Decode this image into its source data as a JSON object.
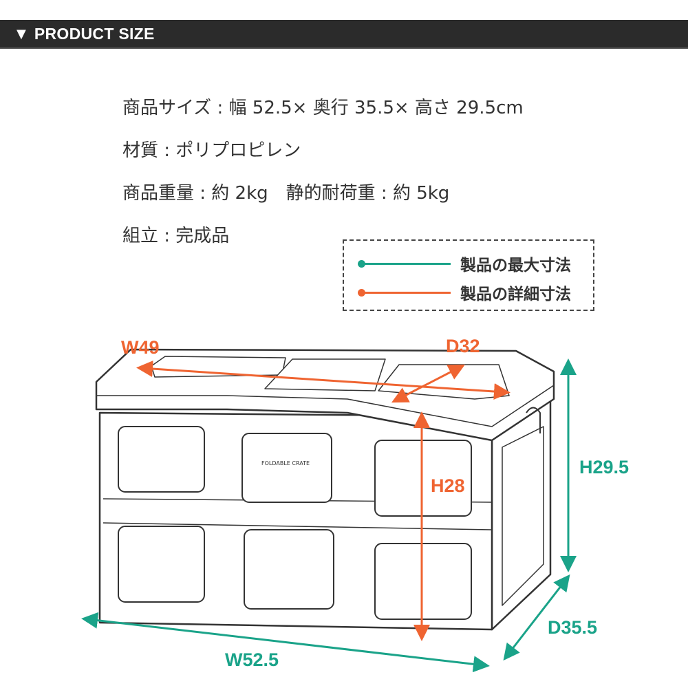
{
  "header": {
    "icon": "triangle-down-icon",
    "title": "PRODUCT SIZE"
  },
  "specs": [
    "商品サイズ : 幅 52.5× 奥行 35.5× 高さ 29.5cm",
    "材質 : ポリプロピレン",
    "商品重量 : 約 2kg　静的耐荷重 : 約 5kg",
    "組立 : 完成品"
  ],
  "legend": {
    "max_label": "製品の最大寸法",
    "detail_label": "製品の詳細寸法",
    "max_color": "#1aa389",
    "detail_color": "#ef6431"
  },
  "product": {
    "crate_label": "FOLDABLE CRATE"
  },
  "dimensions": {
    "max": {
      "width": "W52.5",
      "depth": "D35.5",
      "height": "H29.5"
    },
    "detail": {
      "width": "W49",
      "depth": "D32",
      "height": "H28"
    }
  }
}
